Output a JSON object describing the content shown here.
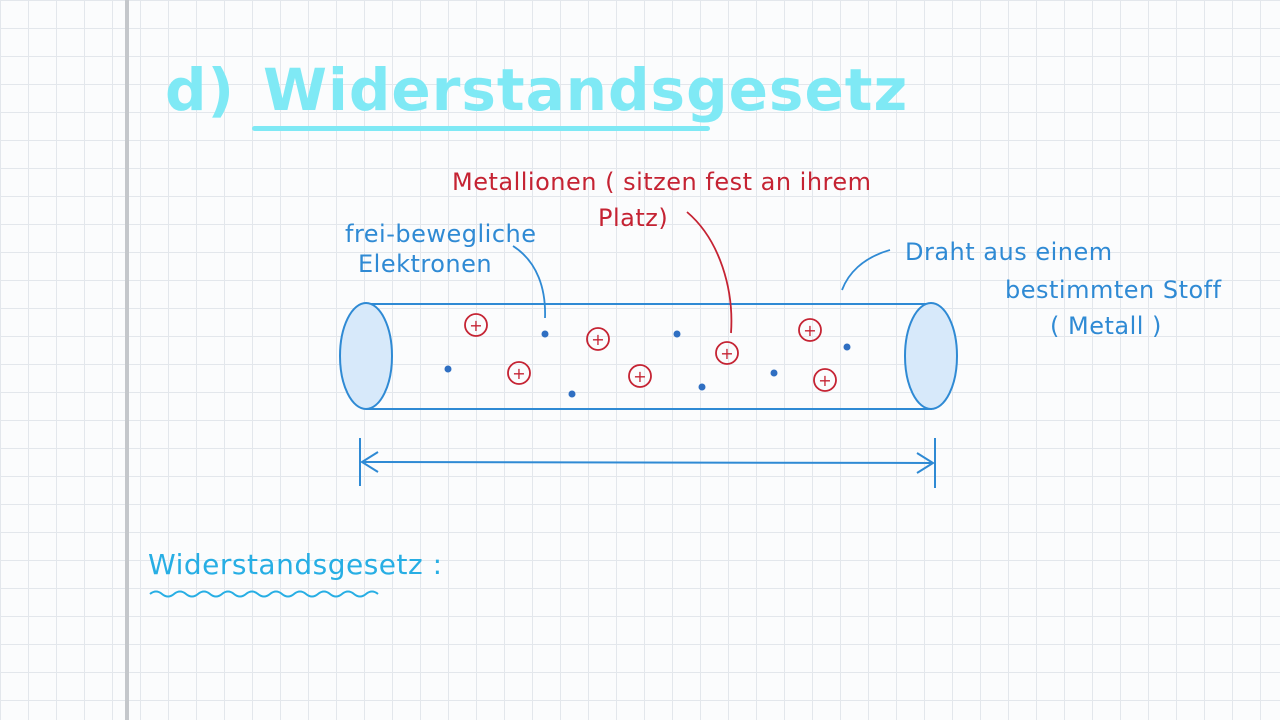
{
  "title": {
    "letter": "d)",
    "text": "Widerstandsgesetz"
  },
  "labels": {
    "metal_ions_line1": "Metallionen ( sitzen fest an ihrem",
    "metal_ions_line2": "Platz)",
    "electrons_line1": "frei-bewegliche",
    "electrons_line2": "Elektronen",
    "wire_line1": "Draht aus einem",
    "wire_line2": "bestimmten Stoff",
    "wire_line3": "( Metall )"
  },
  "ion_symbol": "+",
  "law_label": "Widerstandsgesetz :",
  "colors": {
    "title": "#7fe9f5",
    "red": "#c52333",
    "blue": "#2f8ad4",
    "law": "#27aee4",
    "cap_fill": "#d7e9fa"
  }
}
